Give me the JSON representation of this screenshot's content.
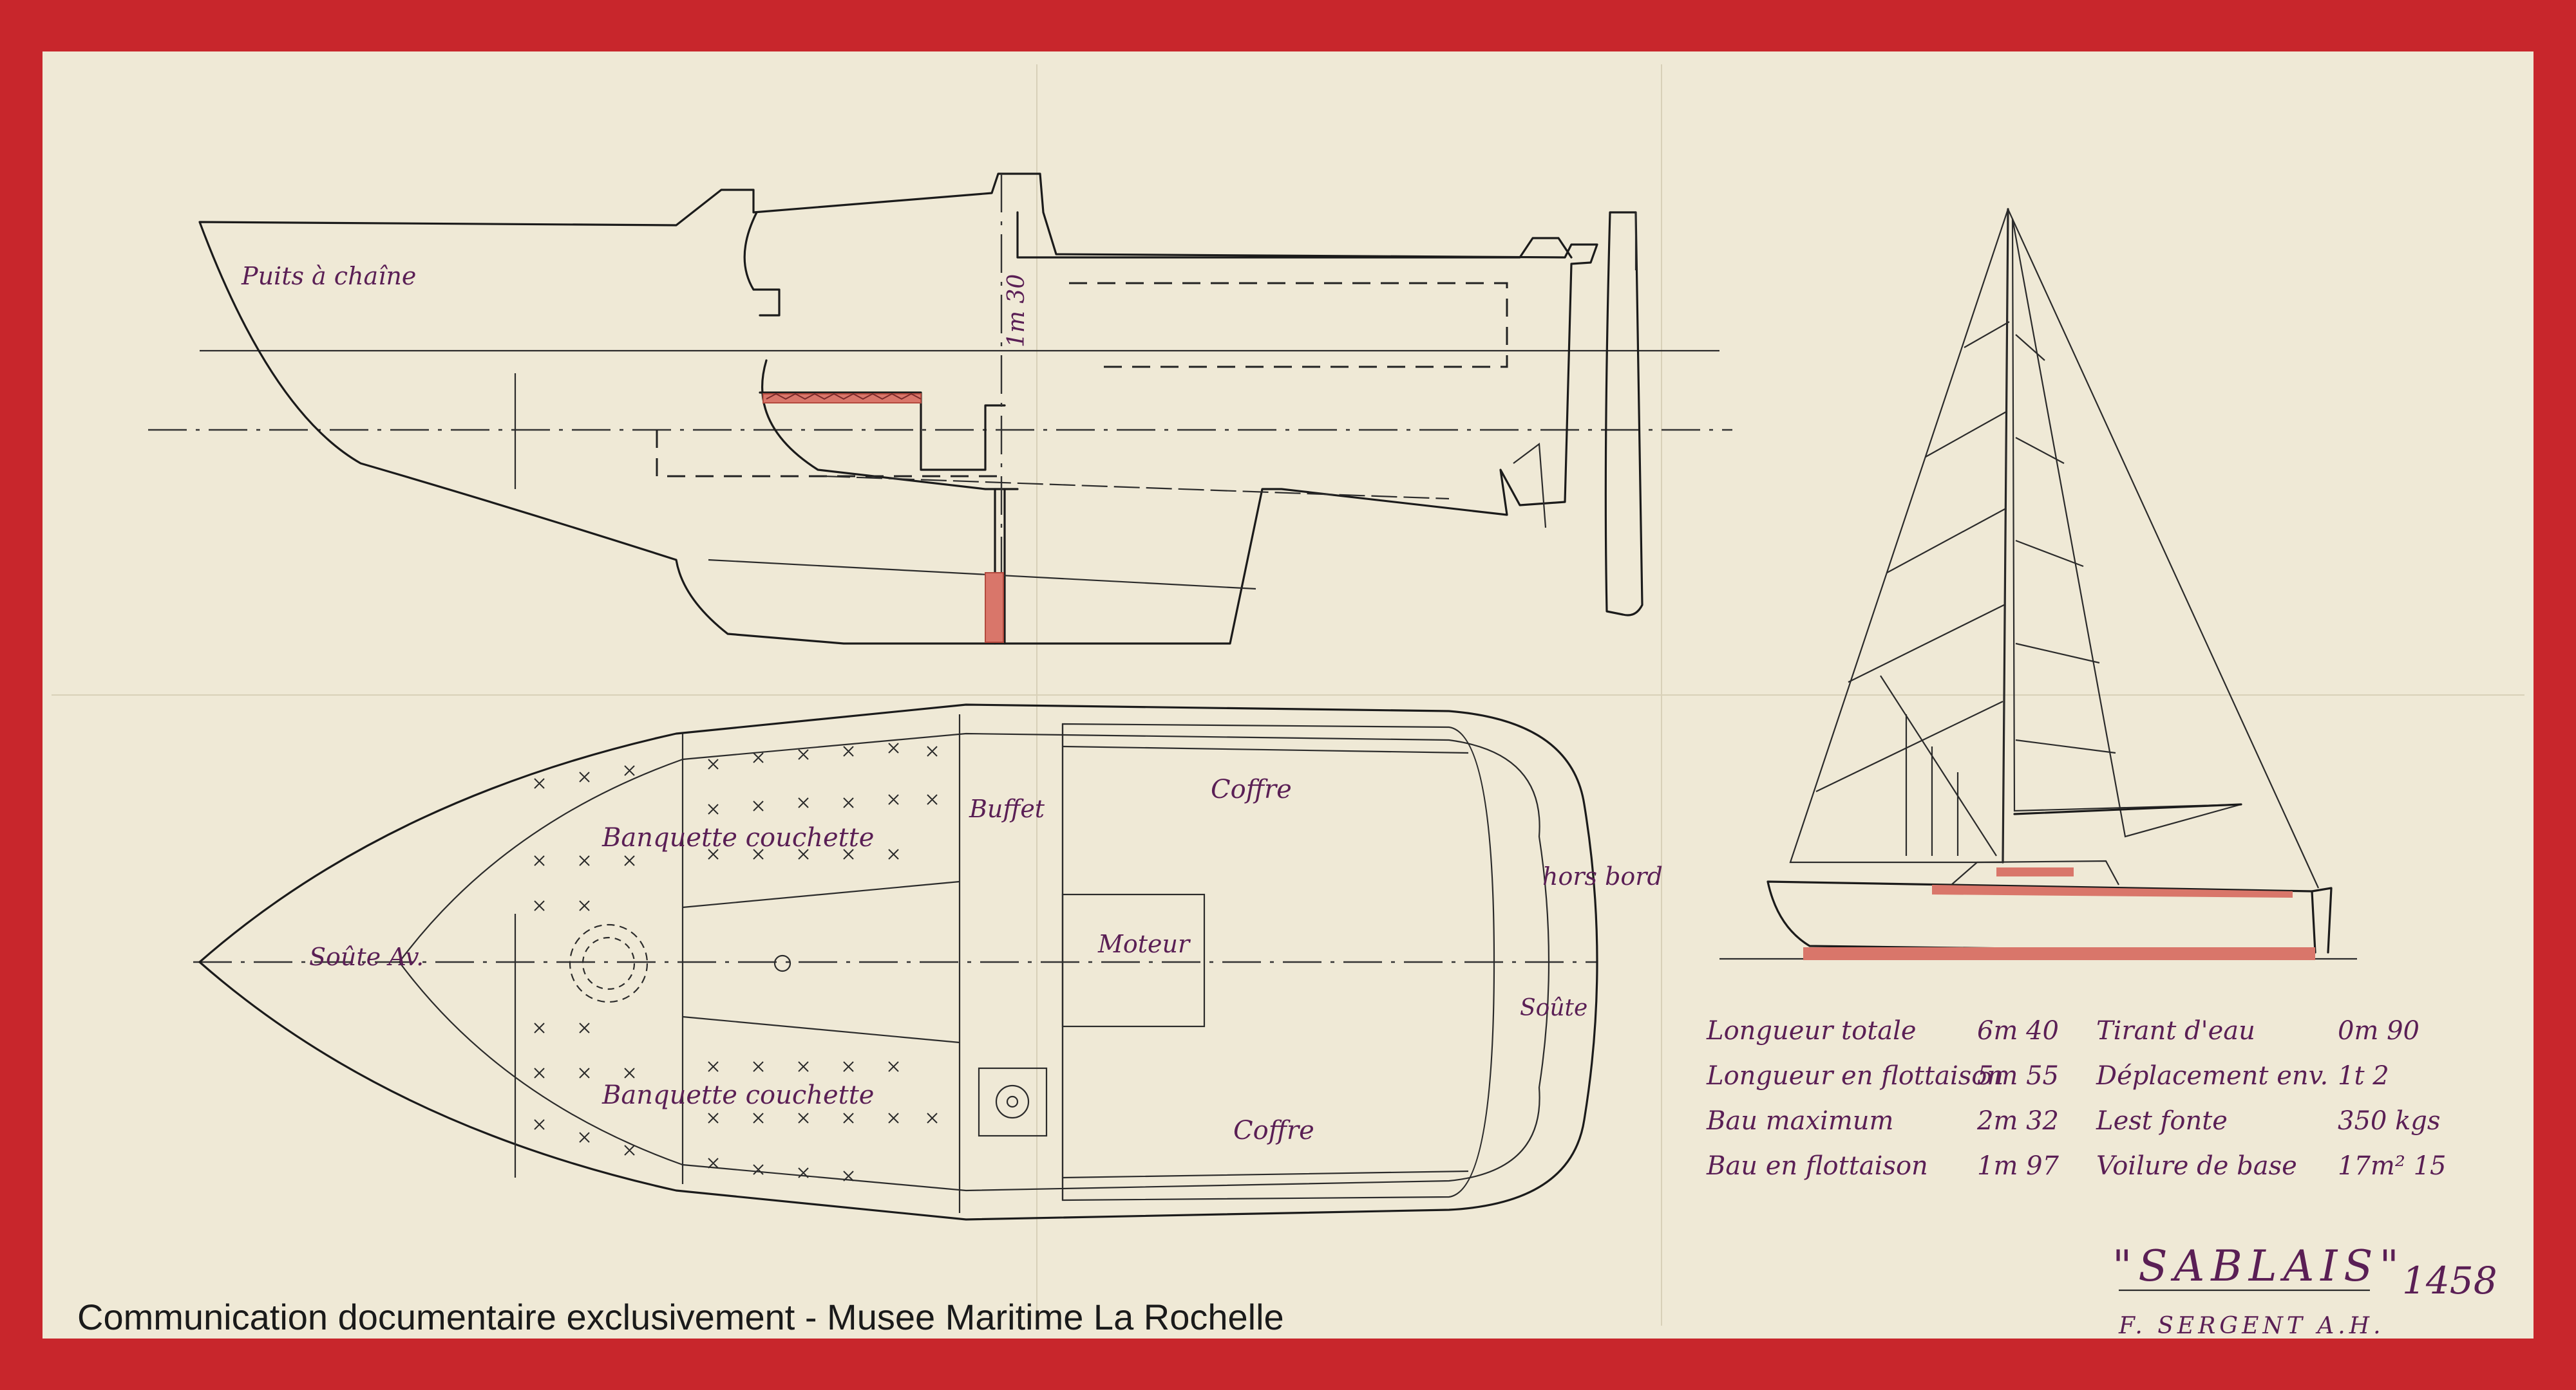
{
  "drawing": {
    "hull_labels": {
      "chain_well": "Puits à chaîne",
      "height_dim": "1m 30"
    },
    "plan_labels": {
      "bench_top": "Banquette couchette",
      "bench_bottom": "Banquette couchette",
      "buffet": "Buffet",
      "coffre_top": "Coffre",
      "coffre_bottom": "Coffre",
      "moteur": "Moteur",
      "soute_av": "Soûte Av.",
      "soute": "Soûte",
      "hors_bord": "hors bord"
    },
    "specs": [
      {
        "label": "Longueur totale",
        "value": "6m 40"
      },
      {
        "label": "Longueur en flottaison",
        "value": "5m 55"
      },
      {
        "label": "Bau maximum",
        "value": "2m 32"
      },
      {
        "label": "Bau en flottaison",
        "value": "1m 97"
      },
      {
        "label": "Tirant d'eau",
        "value": "0m 90"
      },
      {
        "label": "Déplacement env.",
        "value": "1t 2"
      },
      {
        "label": "Lest fonte",
        "value": "350 kgs"
      },
      {
        "label": "Voilure de base",
        "value": "17m² 15"
      }
    ],
    "boat_name": "\"SABLAIS\"",
    "drawing_number": "1458",
    "author": "F. SERGENT A.H."
  },
  "watermark": "Communication documentaire exclusivement - Musee Maritime La Rochelle",
  "colors": {
    "border_red": "#c8262c",
    "paper": "#efe9d6",
    "ink": "#1b1b1b",
    "handwriting": "#5a1f55",
    "highlight_red": "#d9766a"
  }
}
